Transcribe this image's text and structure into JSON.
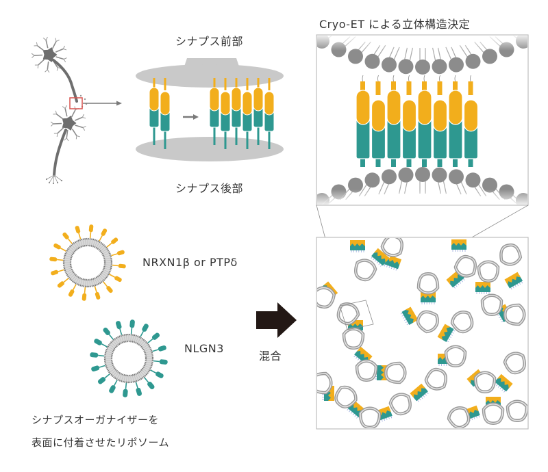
{
  "labels": {
    "cryo_et_title": "Cryo-ET による立体構造決定",
    "presynaptic": "シナプス前部",
    "postsynaptic": "シナプス後部",
    "nrxn_label": "NRXN1β or PTPδ",
    "nlgn_label": "NLGN3",
    "mixing": "混合",
    "caption_line1": "シナプスオーガナイザーを",
    "caption_line2": "表面に付着させたリポソーム"
  },
  "colors": {
    "yellow": "#f2ae1c",
    "teal": "#2e9890",
    "membrane_gray": "#8c8c8c",
    "synapse_gray": "#c9c9c9",
    "neuron_gray": "#6e6e6e",
    "highlight_red": "#d9534f",
    "arrow_black": "#231815",
    "panel_border": "#bdbdbd"
  },
  "illustration": {
    "synapse_before_pairs": 2,
    "synapse_after_pairs": 6,
    "cryo_panel_pairs": 8,
    "liposome_protein_count": 16
  }
}
